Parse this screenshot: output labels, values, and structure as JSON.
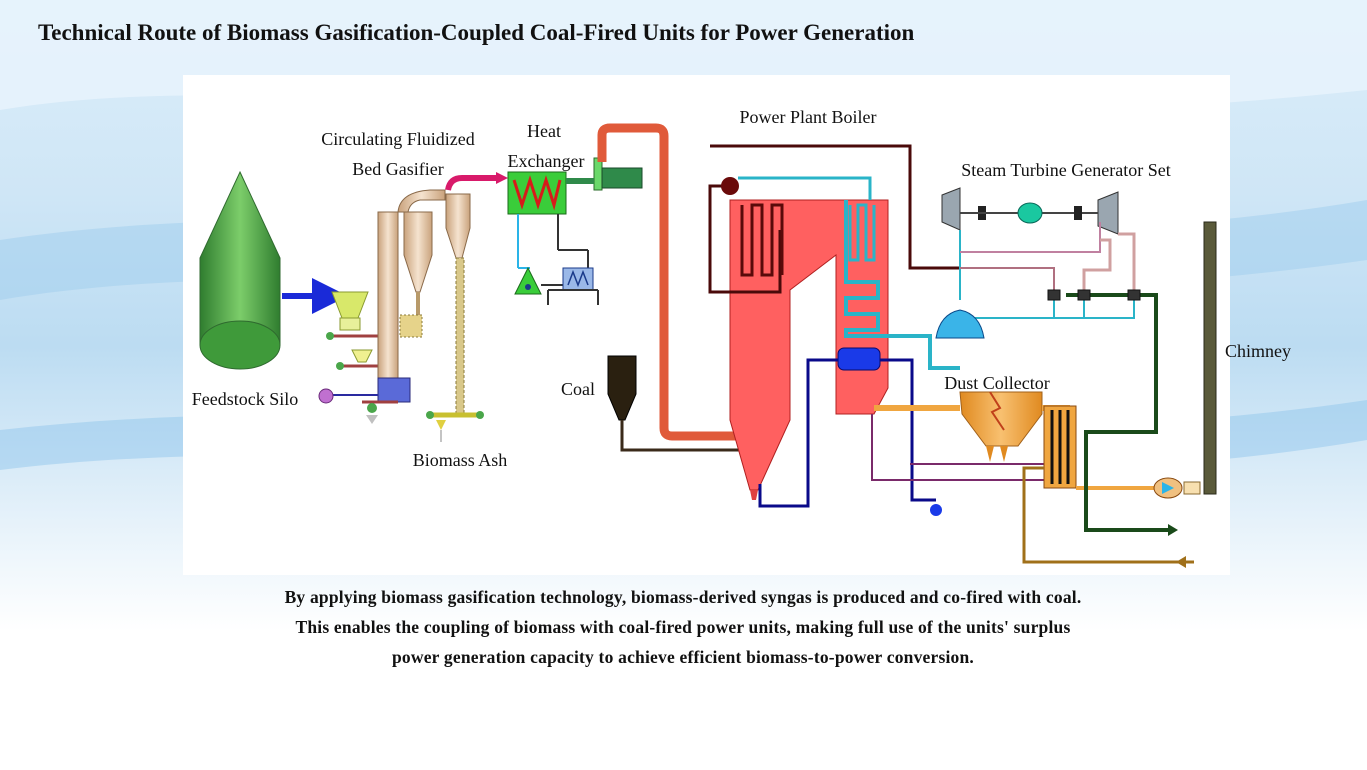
{
  "title": "Technical Route of Biomass Gasification-Coupled Coal-Fired Units for Power Generation",
  "labels": {
    "gasifier_line1": "Circulating Fluidized",
    "gasifier_line2": "Bed Gasifier",
    "heat_exchanger_line1": "Heat",
    "heat_exchanger_line2": "Exchanger",
    "boiler": "Power Plant Boiler",
    "turbine": "Steam Turbine Generator Set",
    "chimney": "Chimney",
    "dust_collector": "Dust Collector",
    "coal": "Coal",
    "feedstock_silo": "Feedstock Silo",
    "biomass_ash": "Biomass Ash"
  },
  "caption": {
    "line1": "By applying biomass gasification technology, biomass-derived syngas is produced and co-fired with coal.",
    "line2": "This enables the coupling of biomass with coal-fired power units, making full use of the units' surplus",
    "line3": "power generation capacity to achieve efficient biomass-to-power conversion."
  },
  "colors": {
    "silo": "#4aa64a",
    "boiler": "#ff6060",
    "syngas_pipe": "#e05a3a",
    "dust_collector": "#f0a640",
    "chimney": "#5a5a3a",
    "water_pipe": "#0a0a8a",
    "steam_pipe": "#2ab4c8"
  }
}
